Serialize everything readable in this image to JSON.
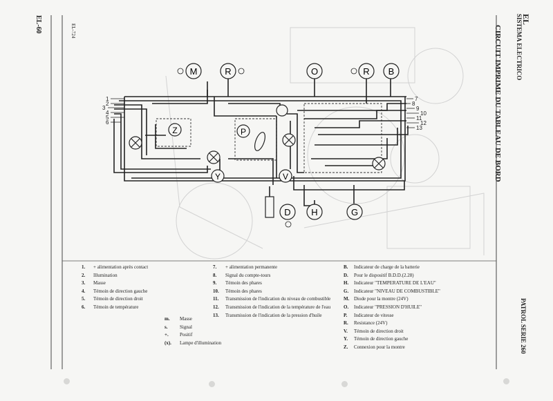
{
  "page_id": "EL-60",
  "diagram_code": "EL-724",
  "section_code": "EL",
  "section_name": "SISTEMA ELECTRICO",
  "title": "CIRCUIT IMPRIME DU TABLEAU DE BORD",
  "model": "PATROL SERIE 260",
  "terminals_left": [
    "1",
    "2",
    "3",
    "4",
    "5",
    "6"
  ],
  "terminals_right": [
    "7",
    "8",
    "9",
    "10",
    "11",
    "12",
    "13"
  ],
  "components": {
    "M": "M",
    "R_top": "R",
    "O": "O",
    "R_right": "R",
    "B": "B",
    "Z": "Z",
    "P": "P",
    "Y": "Y",
    "V": "V",
    "D": "D",
    "H": "H",
    "G": "G"
  },
  "legend_col1": [
    {
      "key": "1.",
      "text": "+ alimentation après contact"
    },
    {
      "key": "2.",
      "text": "Illumination"
    },
    {
      "key": "3.",
      "text": "Masse"
    },
    {
      "key": "4.",
      "text": "Témoin de direction gauche"
    },
    {
      "key": "5.",
      "text": "Témoin de direction droit"
    },
    {
      "key": "6.",
      "text": "Témoin de température"
    }
  ],
  "legend_symbols": [
    {
      "key": "m.",
      "text": "Masse"
    },
    {
      "key": "s.",
      "text": "Signal"
    },
    {
      "key": "+.",
      "text": "Positif"
    },
    {
      "key": "(x).",
      "text": "Lampe d'illumination"
    }
  ],
  "legend_col2": [
    {
      "key": "7.",
      "text": "+ alimentation permanente"
    },
    {
      "key": "8.",
      "text": "Signal du compte-tours"
    },
    {
      "key": "9.",
      "text": "Témoin des phares"
    },
    {
      "key": "10.",
      "text": "Témoin des phares"
    },
    {
      "key": "11.",
      "text": "Transmission de l'indication du niveau de combustible"
    },
    {
      "key": "12.",
      "text": "Transmission de l'indication de la température de l'eau"
    },
    {
      "key": "13.",
      "text": "Transmission de l'indication de la pression d'huile"
    }
  ],
  "legend_col3": [
    {
      "key": "B.",
      "text": "Indicateur de charge de la batterie"
    },
    {
      "key": "D.",
      "text": "Pour le dispositif B.D.D.(2.28)"
    },
    {
      "key": "H.",
      "text": "Indicateur \"TEMPERATURE DE L'EAU\""
    },
    {
      "key": "G.",
      "text": "Indicateur \"NIVEAU DE COMBUSTIBLE\""
    },
    {
      "key": "M.",
      "text": "Diode pour la montre (24V)"
    },
    {
      "key": "O.",
      "text": "Indicateur \"PRESSION D'HUILE\""
    },
    {
      "key": "P.",
      "text": "Indicateur de vitesse"
    },
    {
      "key": "R.",
      "text": "Resistance (24V)"
    },
    {
      "key": "V.",
      "text": "Témoin de direction droit"
    },
    {
      "key": "Y.",
      "text": "Témoin de direction gauche"
    },
    {
      "key": "Z.",
      "text": "Connexion pour la montre"
    }
  ]
}
